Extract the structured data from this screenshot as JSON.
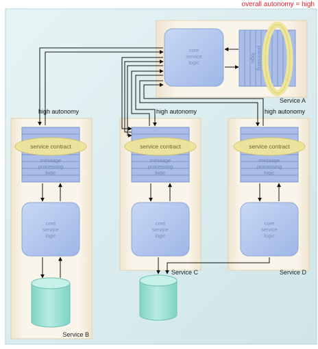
{
  "header": {
    "overall_label": "overall autonomy = high"
  },
  "autonomy_label": "high autonomy",
  "services": {
    "a": {
      "name": "Service A",
      "core_lines": [
        "core",
        "service",
        "logic"
      ],
      "msg_lines": [
        "message",
        "processing",
        "logic"
      ]
    },
    "b": {
      "name": "Service B",
      "contract": "service contract",
      "msg_lines": [
        "message",
        "processing",
        "logic"
      ],
      "core_lines": [
        "core",
        "service",
        "logic"
      ]
    },
    "c": {
      "name": "Service C",
      "contract": "service contract",
      "msg_lines": [
        "message",
        "processing",
        "logic"
      ],
      "core_lines": [
        "core",
        "service",
        "logic"
      ]
    },
    "d": {
      "name": "Service D",
      "contract": "service contract",
      "msg_lines": [
        "message",
        "processing",
        "logic"
      ],
      "core_lines": [
        "core",
        "service",
        "logic"
      ]
    }
  },
  "colors": {
    "header_text": "#e8202a",
    "background_panel": "#dfeef0",
    "service_box": "#f6efe2",
    "core_logic": "#b4c8ee",
    "message_layer": "#a9bde8",
    "service_contract": "#eee59a",
    "database": "#9ee0d4",
    "connector": "#111111"
  }
}
